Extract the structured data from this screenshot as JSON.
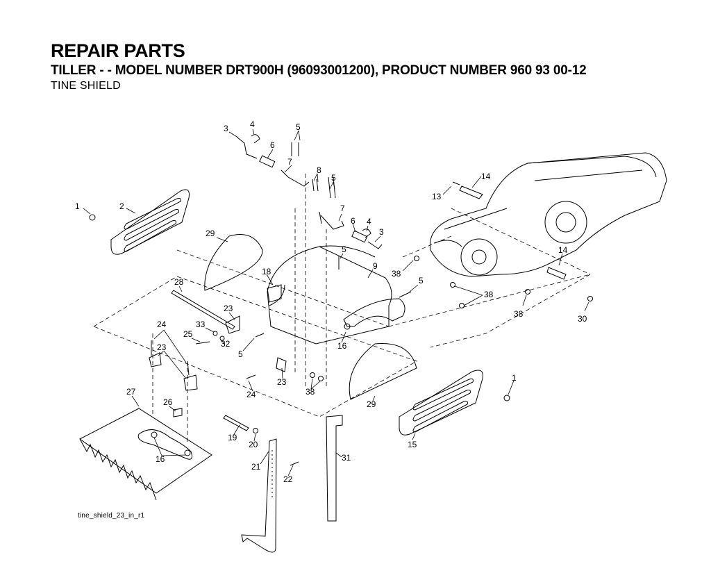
{
  "header": {
    "title": "REPAIR PARTS",
    "subtitle": "TILLER - - MODEL NUMBER DRT900H (96093001200), PRODUCT NUMBER 960 93 00-12",
    "section": "TINE SHIELD"
  },
  "diagram": {
    "filename": "tine_shield_23_in_r1",
    "callouts": [
      {
        "id": "c1a",
        "text": "1"
      },
      {
        "id": "c2",
        "text": "2"
      },
      {
        "id": "c3a",
        "text": "3"
      },
      {
        "id": "c4a",
        "text": "4"
      },
      {
        "id": "c5a",
        "text": "5"
      },
      {
        "id": "c6a",
        "text": "6"
      },
      {
        "id": "c7a",
        "text": "7"
      },
      {
        "id": "c8",
        "text": "8"
      },
      {
        "id": "c5b",
        "text": "5"
      },
      {
        "id": "c7b",
        "text": "7"
      },
      {
        "id": "c6b",
        "text": "6"
      },
      {
        "id": "c4b",
        "text": "4"
      },
      {
        "id": "c3b",
        "text": "3"
      },
      {
        "id": "c29a",
        "text": "29"
      },
      {
        "id": "c5c",
        "text": "5"
      },
      {
        "id": "c9",
        "text": "9"
      },
      {
        "id": "c18",
        "text": "18"
      },
      {
        "id": "c28",
        "text": "28"
      },
      {
        "id": "c23a",
        "text": "23"
      },
      {
        "id": "c24a",
        "text": "24"
      },
      {
        "id": "c33",
        "text": "33"
      },
      {
        "id": "c25",
        "text": "25"
      },
      {
        "id": "c32",
        "text": "32"
      },
      {
        "id": "c23b",
        "text": "23"
      },
      {
        "id": "c5d",
        "text": "5"
      },
      {
        "id": "c16a",
        "text": "16"
      },
      {
        "id": "c23c",
        "text": "23"
      },
      {
        "id": "c24b",
        "text": "24"
      },
      {
        "id": "c38a",
        "text": "38"
      },
      {
        "id": "c29b",
        "text": "29"
      },
      {
        "id": "c27",
        "text": "27"
      },
      {
        "id": "c26",
        "text": "26"
      },
      {
        "id": "c16b",
        "text": "16"
      },
      {
        "id": "c19",
        "text": "19"
      },
      {
        "id": "c20",
        "text": "20"
      },
      {
        "id": "c21",
        "text": "21"
      },
      {
        "id": "c22",
        "text": "22"
      },
      {
        "id": "c31",
        "text": "31"
      },
      {
        "id": "c13",
        "text": "13"
      },
      {
        "id": "c14a",
        "text": "14"
      },
      {
        "id": "c38b",
        "text": "38"
      },
      {
        "id": "c5e",
        "text": "5"
      },
      {
        "id": "c38c",
        "text": "38"
      },
      {
        "id": "c14b",
        "text": "14"
      },
      {
        "id": "c38d",
        "text": "38"
      },
      {
        "id": "c30",
        "text": "30"
      },
      {
        "id": "c1b",
        "text": "1"
      },
      {
        "id": "c15",
        "text": "15"
      }
    ]
  }
}
